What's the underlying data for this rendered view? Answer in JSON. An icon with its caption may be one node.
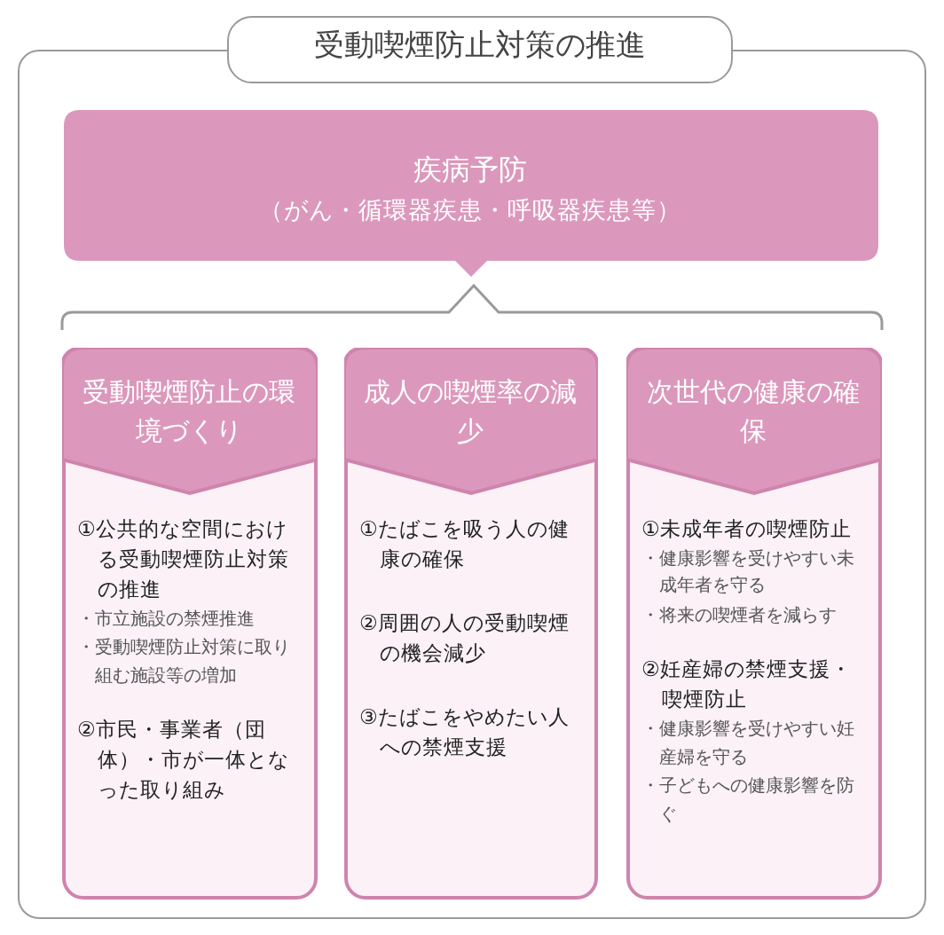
{
  "diagram": {
    "nodes": [
      {
        "text": [
          "受動喫煙防止対策の推進"
        ]
      },
      {
        "text": [
          "疾病予防",
          "（がん・循環器疾患・呼吸器疾患等）"
        ],
        "in": 0
      },
      {
        "text": [
          "受動喫煙防止の環境づくり",
          "①公共的な空間における受動喫煙防止対策の推進",
          "・市立施設の禁煙推進",
          "・受動喫煙防止対策に取り組む施設等の増加",
          "②市民・事業者（団体）・市が一体となった取り組み"
        ],
        "in": 0
      },
      {
        "text": [
          "成人の喫煙率の減少",
          "①たばこを吸う人の健康の確保",
          "②周囲の人の受動喫煙の機会減少",
          "③たばこをやめたい人への禁煙支援"
        ],
        "in": 0
      },
      {
        "text": [
          "次世代の健康の確保",
          "①未成年者の喫煙防止",
          "・健康影響を受けやすい未成年者を守る",
          "・将来の喫煙者を減らす",
          "②妊産婦の禁煙支援・喫煙防止",
          "・健康影響を受けやすい妊産婦を守る",
          "・子どもへの健康影響を防ぐ"
        ],
        "in": 0
      }
    ],
    "edges": []
  }
}
